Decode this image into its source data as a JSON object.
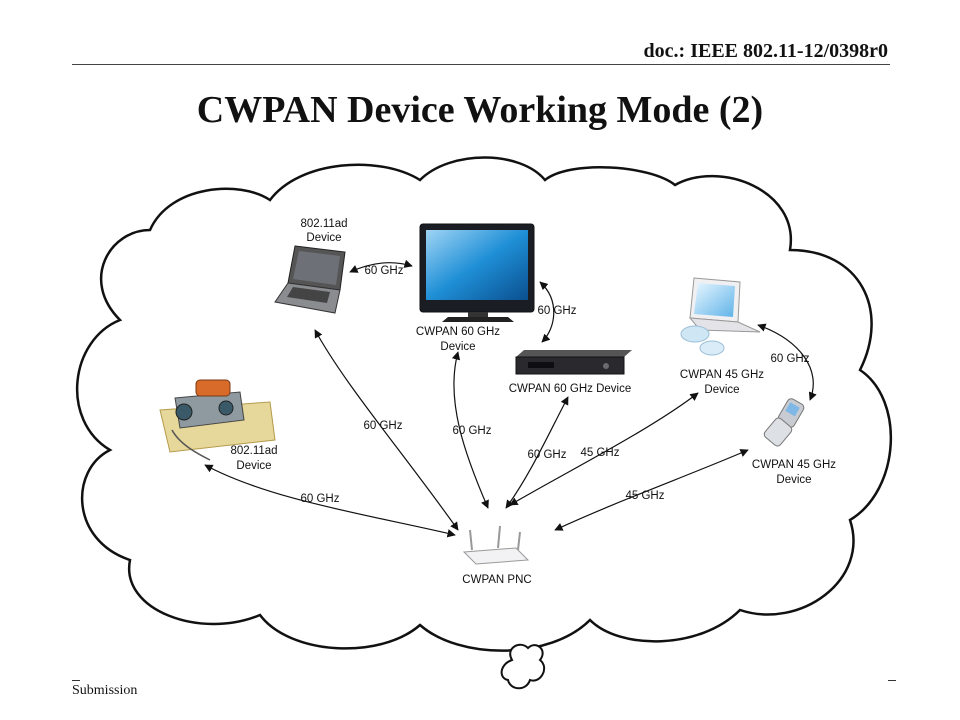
{
  "header": {
    "doc_id": "doc.: IEEE 802.11-12/0398r0"
  },
  "title": "CWPAN Device Working Mode (2)",
  "footer": {
    "submission": "Submission"
  },
  "devices": {
    "laptop_80211ad": [
      "802.11ad",
      "Device"
    ],
    "monitor_cwpan60": [
      "CWPAN 60 GHz",
      "Device"
    ],
    "settop_cwpan60": "CWPAN 60 GHz Device",
    "laptop_cwpan45": [
      "CWPAN 45 GHz",
      "Device"
    ],
    "phone_cwpan45": [
      "CWPAN 45 GHz",
      "Device"
    ],
    "projector_80211ad": [
      "802.11ad",
      "Device"
    ],
    "pnc": "CWPAN PNC"
  },
  "links": {
    "laptop_monitor": "60 GHz",
    "monitor_settop": "60 GHz",
    "laptop45_phone": "60 GHz",
    "pnc_laptop": "60 GHz",
    "pnc_monitor": "60 GHz",
    "pnc_settop": "60 GHz",
    "pnc_laptop45": "45 GHz",
    "pnc_phone": "45 GHz",
    "pnc_projector": "60 GHz"
  }
}
